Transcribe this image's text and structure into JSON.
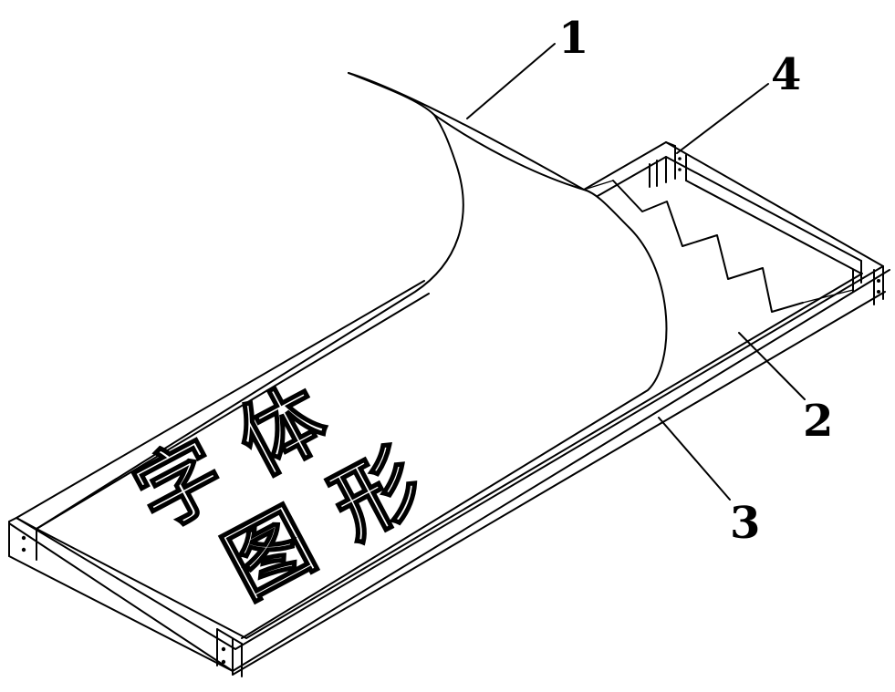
{
  "figure": {
    "callouts": [
      {
        "id": "1",
        "label": "1"
      },
      {
        "id": "2",
        "label": "2"
      },
      {
        "id": "3",
        "label": "3"
      },
      {
        "id": "4",
        "label": "4"
      }
    ],
    "panel_text": {
      "char_1": "字",
      "char_2": "体",
      "char_3": "图",
      "char_4": "形"
    }
  }
}
